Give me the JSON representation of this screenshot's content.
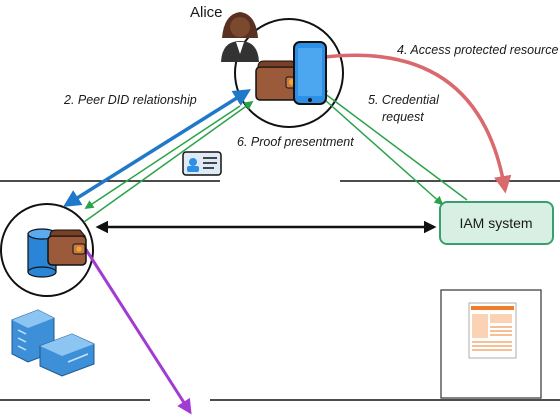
{
  "people": {
    "alice": "Alice"
  },
  "nodes": {
    "iam": "IAM system"
  },
  "steps": {
    "s2": "2. Peer DID relationship",
    "s4": "4. Access protected resource",
    "s5a": "5. Credential",
    "s5b": "request",
    "s6": "6. Proof presentment"
  },
  "colors": {
    "peer_arrow": "#1f78c8",
    "access_arrow": "#d9696c",
    "green_arrow": "#2aa24a",
    "purple_arrow": "#a23bd1",
    "iam_fill": "#d8efe4",
    "iam_stroke": "#3a9f70",
    "wallet": "#9b5a3a",
    "phone": "#2e8fe6"
  },
  "icons": [
    "person-icon",
    "wallet-icon",
    "smartphone-icon",
    "id-card-icon",
    "database-icon",
    "building-icon",
    "document-icon"
  ]
}
